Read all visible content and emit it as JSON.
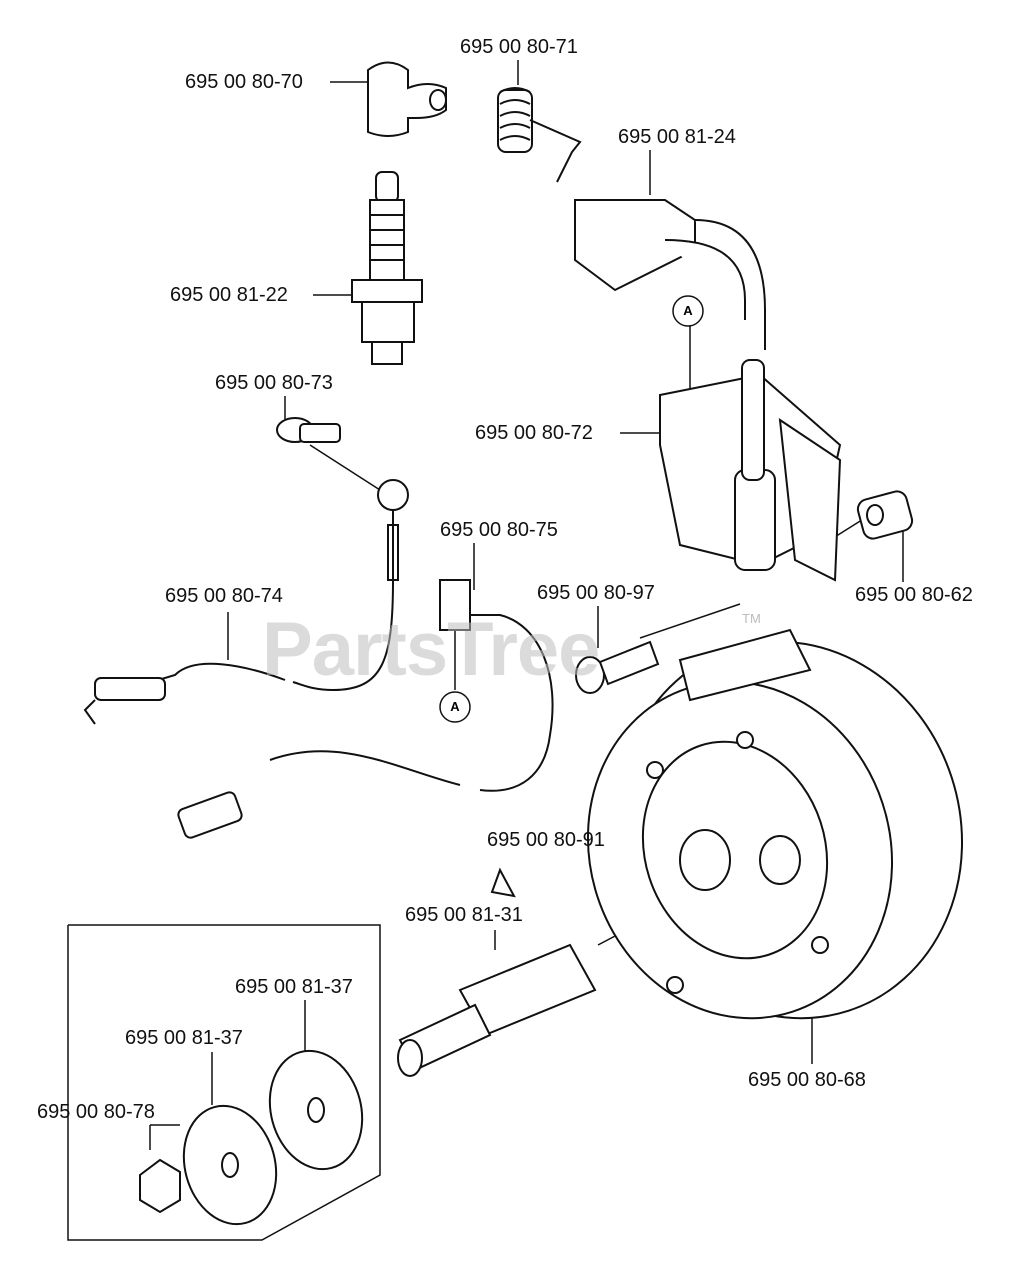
{
  "watermark": {
    "text": "PartsTree",
    "tm": "TM"
  },
  "callouts": {
    "a1": "A",
    "a2": "A"
  },
  "labels": {
    "spark_cap": "695 00 80-70",
    "spring": "695 00 80-71",
    "switch": "695 00 81-24",
    "spark_plug": "695 00 81-22",
    "screw_top": "695 00 80-73",
    "ignition_module": "695 00 80-72",
    "connector": "695 00 80-75",
    "wire": "695 00 80-74",
    "screw": "695 00 80-97",
    "spacer": "695 00 80-62",
    "key": "695 00 80-91",
    "shaft": "695 00 81-31",
    "washer_1": "695 00 81-37",
    "washer_2": "695 00 81-37",
    "nut": "695 00 80-78",
    "flywheel": "695 00 80-68"
  }
}
